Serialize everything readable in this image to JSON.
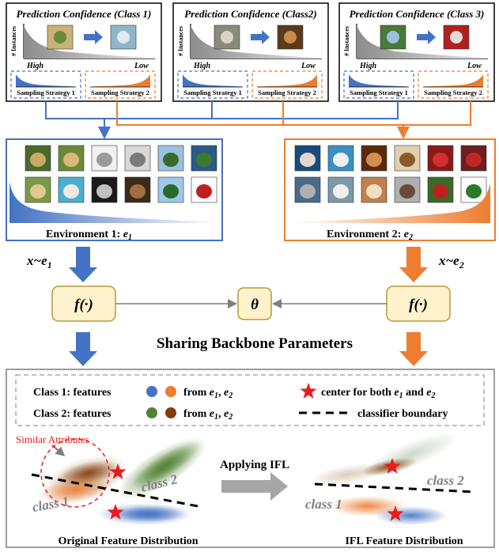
{
  "panels": [
    {
      "title": "Prediction Confidence (Class 1)",
      "strategies": [
        "Sampling Strategy 1",
        "Sampling Strategy 2"
      ]
    },
    {
      "title": "Prediction Confidence (Class2)",
      "strategies": [
        "Sampling Strategy 1",
        "Sampling Strategy 2"
      ]
    },
    {
      "title": "Prediction Confidence (Class 3)",
      "strategies": [
        "Sampling Strategy 1",
        "Sampling Strategy 2"
      ]
    }
  ],
  "axis": {
    "ylabel": "# Instances",
    "high": "High",
    "low": "Low"
  },
  "environments": [
    {
      "label": "Environment 1: ",
      "var": "e",
      "sub": "1",
      "color": "#4472c4"
    },
    {
      "label": "Environment 2: ",
      "var": "e",
      "sub": "2",
      "color": "#ed7d31"
    }
  ],
  "sampling": {
    "left": {
      "x": "x~e",
      "sub": "1"
    },
    "right": {
      "x": "x~e",
      "sub": "2"
    }
  },
  "model": {
    "f_label": "f(·)",
    "theta": "θ",
    "shared_text": "Sharing Backbone Parameters"
  },
  "legend": {
    "row1_prefix": "Class 1:  features",
    "row2_prefix": "Class 2:  features",
    "from_text": "from ",
    "e1": "e",
    "e1_sub": "1",
    "comma": ",  ",
    "e2": "e",
    "e2_sub": "2",
    "center_text": "center for both ",
    "center_and": " and ",
    "boundary_text": "classifier boundary"
  },
  "features": {
    "similar_attr": "Similar Attributes",
    "class1": "class 1",
    "class2": "class 2",
    "applying": "Applying IFL",
    "original": "Original Feature Distribution",
    "ifl": "IFL Feature Distribution"
  },
  "colors": {
    "blue": "#4472c4",
    "orange": "#ed7d31",
    "green": "#548235",
    "brown": "#843c0c",
    "star": "#e81c1c",
    "shape": "#fff2cc",
    "shape_border": "#b59a3c"
  }
}
